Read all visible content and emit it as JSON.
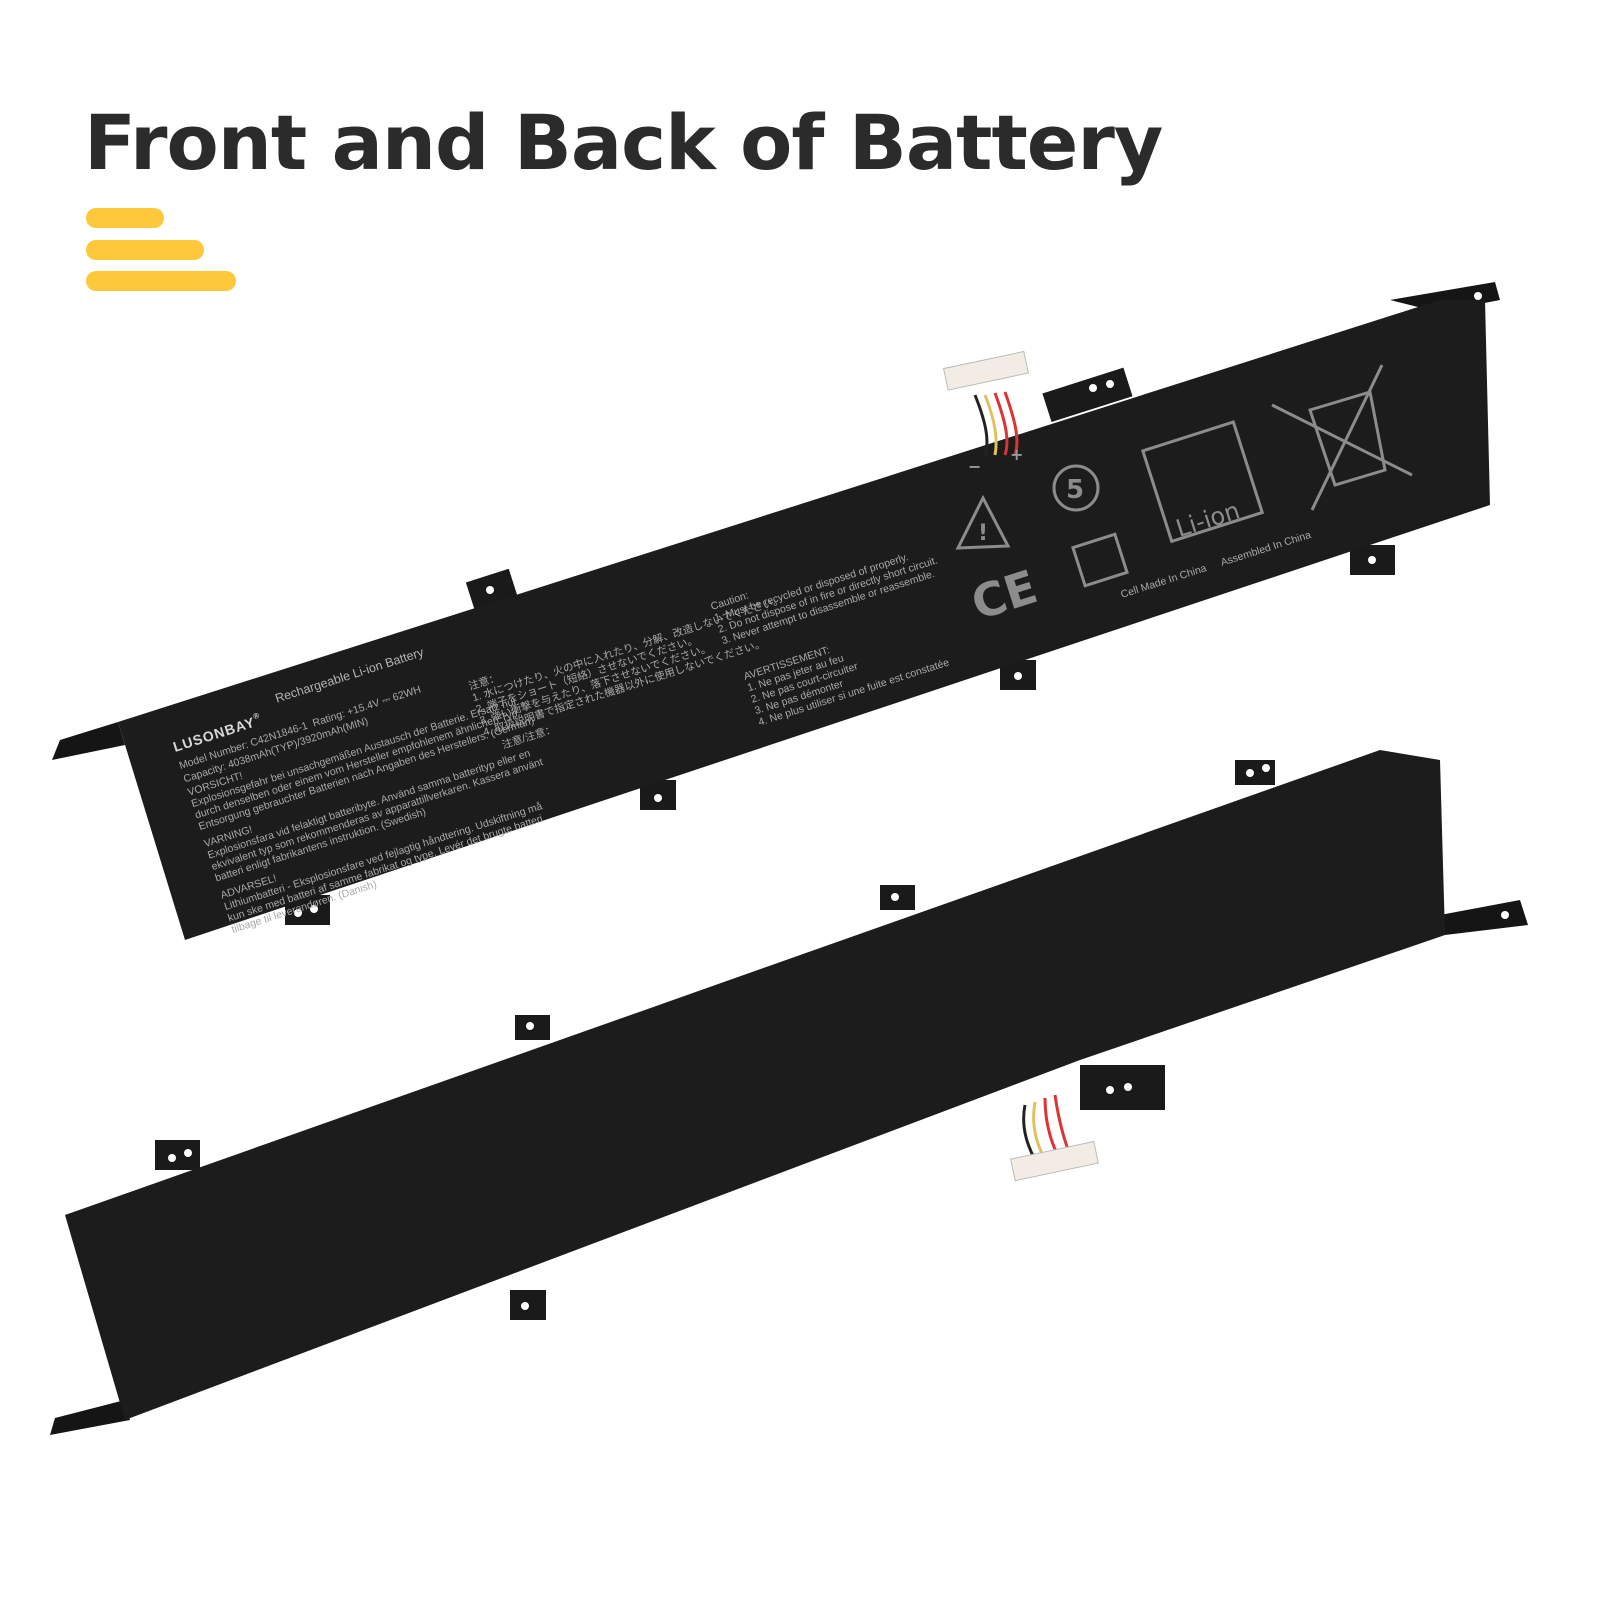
{
  "heading": "Front and Back of Battery",
  "accent_color": "#fdc93a",
  "battery_color": "#1c1c1c",
  "front_label": {
    "brand": "LUSONBAY",
    "registered_mark": "®",
    "type": "Rechargeable Li-ion Battery",
    "model": "Model Number: C42N1846-1",
    "rating": "Rating: +15.4V ⎓ 62WH",
    "capacity": "Capacity: 4038mAh(TYP)/3920mAh(MIN)",
    "german": [
      "VORSICHT!",
      "Explosionsgefahr bei unsachgemäßen Austausch der Batterie. Ersatz nur",
      "durch denselben oder einem vom Hersteller empfohlenem ähnlichen Typ.",
      "Entsorgung gebrauchter Batterien nach Angaben des Herstellers. (German)"
    ],
    "swedish": [
      "VARNING!",
      "Explosionsfara vid felaktigt batteribyte. Använd samma batterityp eller en",
      "ekvivalent typ som rekommenderas av apparattillverkaren. Kassera använt",
      "batteri enligt fabrikantens instruktion. (Swedish)"
    ],
    "danish": [
      "ADVARSEL!",
      "Lithiumbatteri - Eksplosionsfare ved fejlagtig håndtering. Udskiftning må",
      "kun ske med batteri af samme fabrikat og type. Levér det brugte batteri",
      "tilbage til leverandøren. (Danish)"
    ],
    "japanese": [
      "注意：",
      "1. 水につけたり、火の中に入れたり、分解、改造しないでください。",
      "2. 端子をショート（短絡）させないでください。",
      "3. 強い衝撃を与えたり、落下させないでください。",
      "4. 取扱説明書で指定された機器以外に使用しないでください。"
    ],
    "chinese_heading": "注意/注意：",
    "caution": [
      "Caution:",
      "1. Must be recycled or disposed of properly.",
      "2. Do not dispose of in fire or directly short circuit.",
      "3. Never attempt to disassemble or reassemble."
    ],
    "french": [
      "AVERTISSEMENT:",
      "1. Ne pas jeter au feu",
      "2. Ne pas court-circuiter",
      "3. Ne pas démonter",
      "4. Ne plus utiliser si une fuite est constatée"
    ],
    "polarity_minus": "−",
    "polarity_plus": "+",
    "recycle_years": "5",
    "ce_mark": "CE",
    "li_ion": "Li-ion",
    "cell_origin": "Cell Made In China",
    "assembly_origin": "Assembled In China"
  }
}
